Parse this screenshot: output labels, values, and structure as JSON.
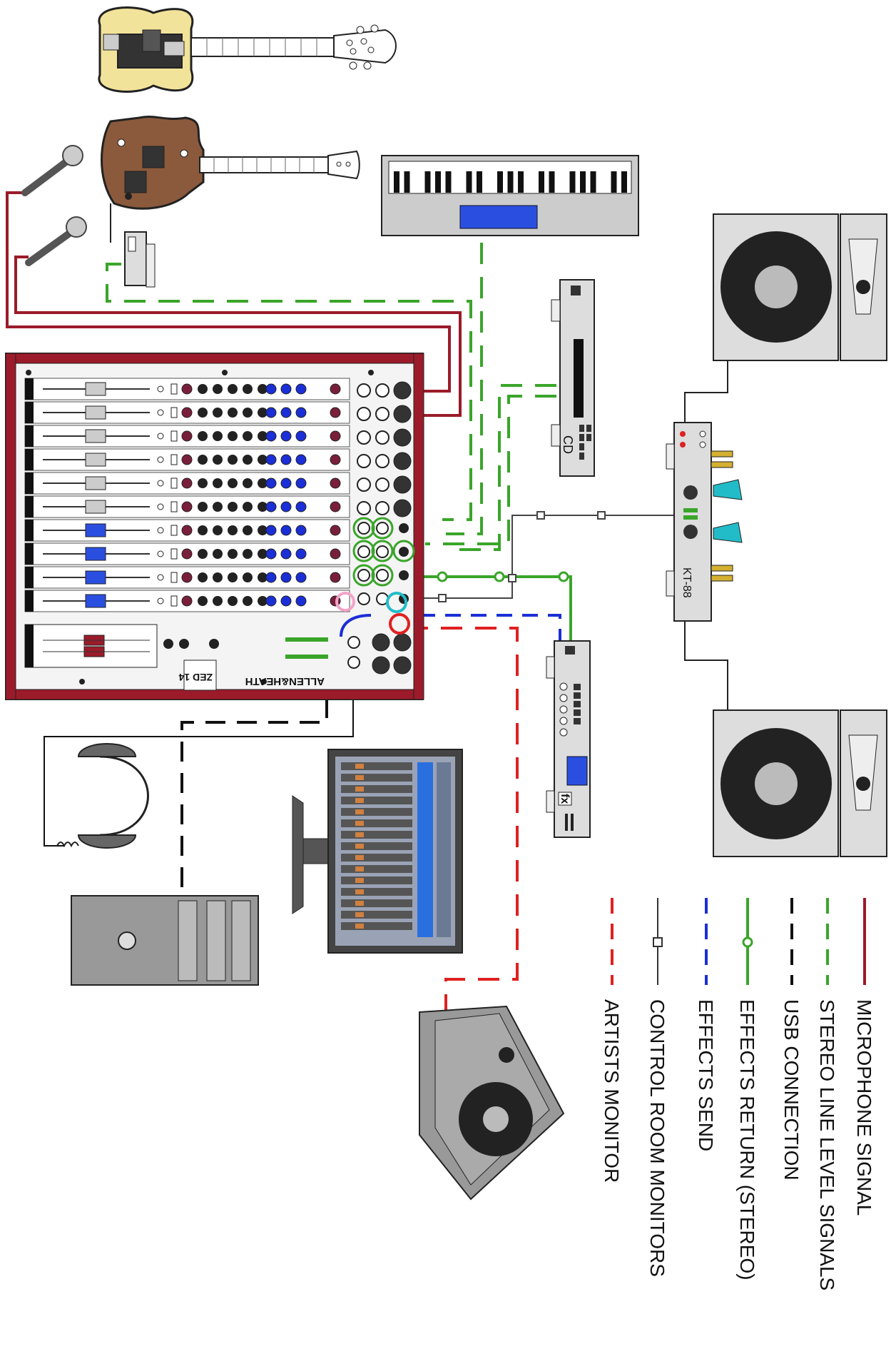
{
  "title": "",
  "mixer": {
    "brand": "ALLEN&HEATH",
    "model": "ZED 14"
  },
  "devices": {
    "cd_label": "CD",
    "kt88_label": "KT-88",
    "fx_label": "fx"
  },
  "legend": [
    {
      "label": "MICROPHONE SIGNAL",
      "color": "#9b1b2a",
      "style": "solid"
    },
    {
      "label": "STEREO LINE LEVEL SIGNALS",
      "color": "#3aa52a",
      "style": "dashed"
    },
    {
      "label": "USB CONNECTION",
      "color": "#111111",
      "style": "dashed"
    },
    {
      "label": "EFFECTS RETURN (STEREO)",
      "color": "#3aa52a",
      "style": "solid-node"
    },
    {
      "label": "EFFECTS SEND",
      "color": "#1a2fd6",
      "style": "dashed"
    },
    {
      "label": "CONTROL ROOM MONITORS",
      "color": "#333333",
      "style": "solid-square"
    },
    {
      "label": "ARTISTS MONITOR",
      "color": "#e02020",
      "style": "dashed"
    }
  ]
}
